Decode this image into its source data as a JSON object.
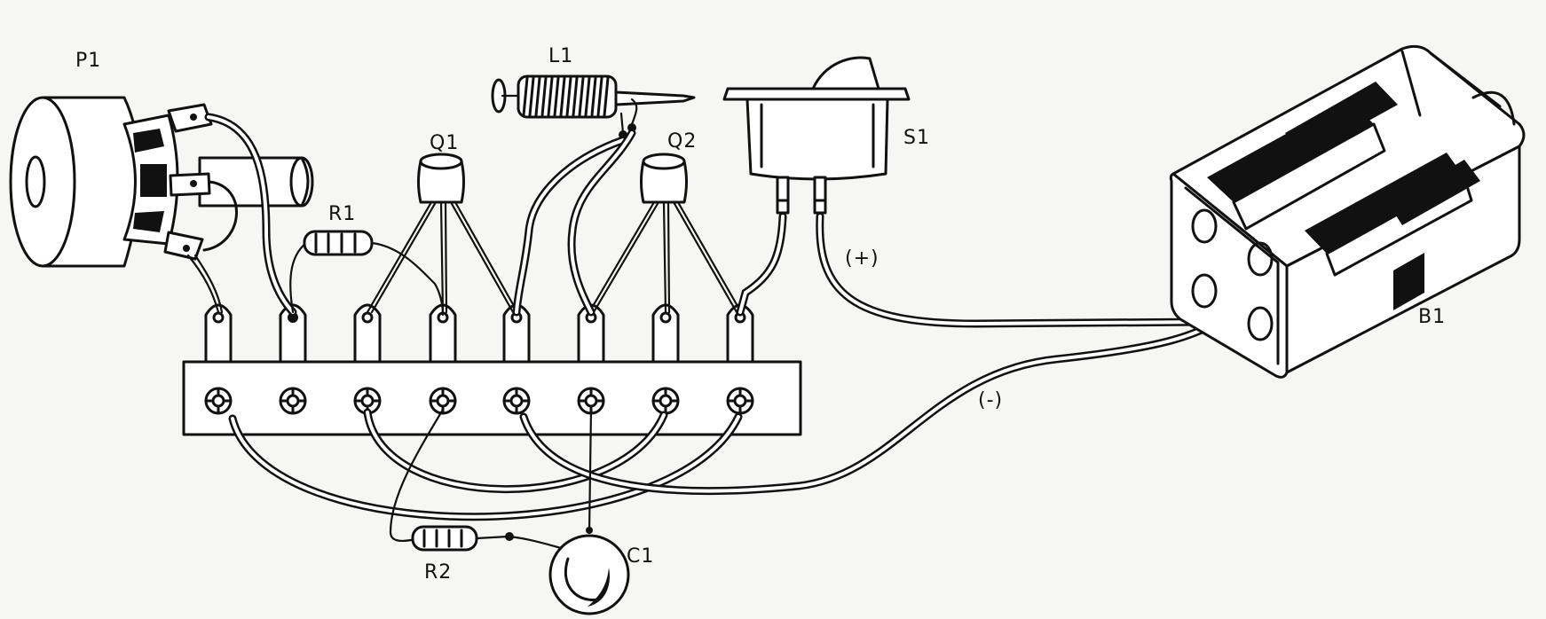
{
  "diagram": {
    "components": {
      "p1": "P1",
      "l1": "L1",
      "q1": "Q1",
      "q2": "Q2",
      "s1": "S1",
      "r1": "R1",
      "r2": "R2",
      "c1": "C1",
      "b1": "B1"
    },
    "polarity": {
      "positive": "(+)",
      "negative": "(-)"
    }
  }
}
